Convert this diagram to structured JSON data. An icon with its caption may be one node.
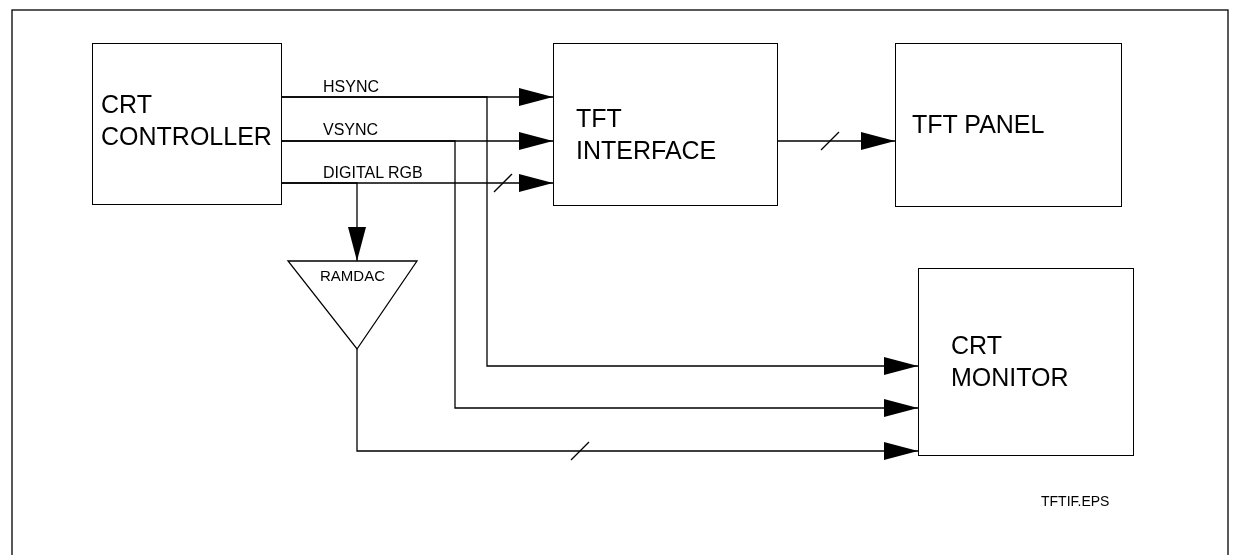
{
  "diagram": {
    "nodes": [
      {
        "text": [
          "CRT CONTROLLER"
        ]
      },
      {
        "text": [
          "TFT INTERFACE"
        ]
      },
      {
        "text": [
          "TFT PANEL"
        ]
      },
      {
        "text": [
          "RAMDAC"
        ]
      },
      {
        "text": [
          "CRT MONITOR"
        ]
      }
    ],
    "edges": [
      {
        "from": 0,
        "to": 1,
        "arrow": "to",
        "label": "HSYNC"
      },
      {
        "from": 0,
        "to": 4,
        "arrow": "to"
      },
      {
        "from": 0,
        "to": 1,
        "arrow": "to",
        "label": "VSYNC"
      },
      {
        "from": 0,
        "to": 4,
        "arrow": "to"
      },
      {
        "from": 0,
        "to": 1,
        "arrow": "to",
        "label": "DIGITAL RGB"
      },
      {
        "from": 0,
        "to": 3,
        "arrow": "to"
      },
      {
        "from": 3,
        "to": 4,
        "arrow": "to"
      },
      {
        "from": 1,
        "to": 2,
        "arrow": "to"
      }
    ],
    "labels": [
      "TFTIF.EPS"
    ]
  }
}
